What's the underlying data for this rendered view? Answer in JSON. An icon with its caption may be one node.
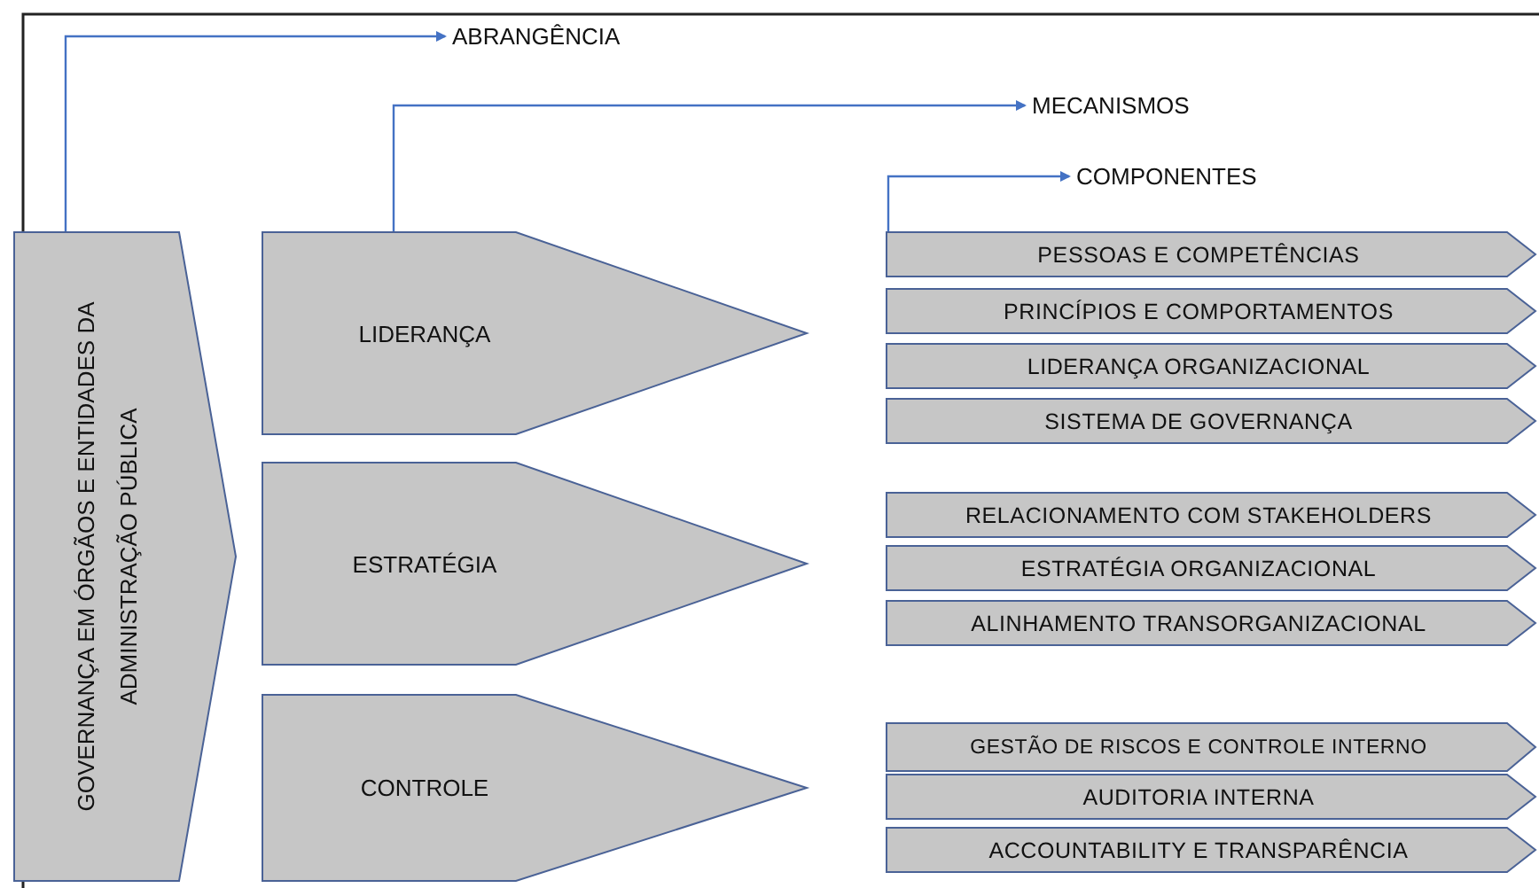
{
  "diagram": {
    "nodes": [
      {
        "text": [
          "GOVERNANÇA EM ÓRGÃOS E ENTIDADES DA ADMINISTRAÇÃO PÚBLICA"
        ]
      },
      {
        "text": [
          "ABRANGÊNCIA"
        ]
      },
      {
        "text": [
          "LIDERANÇA"
        ]
      },
      {
        "text": [
          "ESTRATÉGIA"
        ]
      },
      {
        "text": [
          "CONTROLE"
        ]
      },
      {
        "text": [
          "MECANISMOS"
        ]
      },
      {
        "text": [
          "COMPONENTES"
        ]
      },
      {
        "text": [
          "PESSOAS E COMPETÊNCIAS"
        ]
      },
      {
        "text": [
          "PRINCÍPIOS E COMPORTAMENTOS"
        ]
      },
      {
        "text": [
          "LIDERANÇA ORGANIZACIONAL"
        ]
      },
      {
        "text": [
          "SISTEMA DE GOVERNANÇA"
        ]
      },
      {
        "text": [
          "RELACIONAMENTO COM STAKEHOLDERS"
        ]
      },
      {
        "text": [
          "ESTRATÉGIA ORGANIZACIONAL"
        ]
      },
      {
        "text": [
          "ALINHAMENTO TRANSORGANIZACIONAL"
        ]
      },
      {
        "text": [
          "GESTÃO DE RISCOS E CONTROLE INTERNO"
        ]
      },
      {
        "text": [
          "AUDITORIA INTERNA"
        ]
      },
      {
        "text": [
          "ACCOUNTABILITY E TRANSPARÊNCIA"
        ]
      }
    ],
    "edges": [
      {
        "from": 0,
        "to": 1,
        "arrow": "to"
      },
      {
        "from": 2,
        "to": 5,
        "arrow": "to"
      },
      {
        "from": 7,
        "to": 6,
        "arrow": "to"
      }
    ]
  }
}
